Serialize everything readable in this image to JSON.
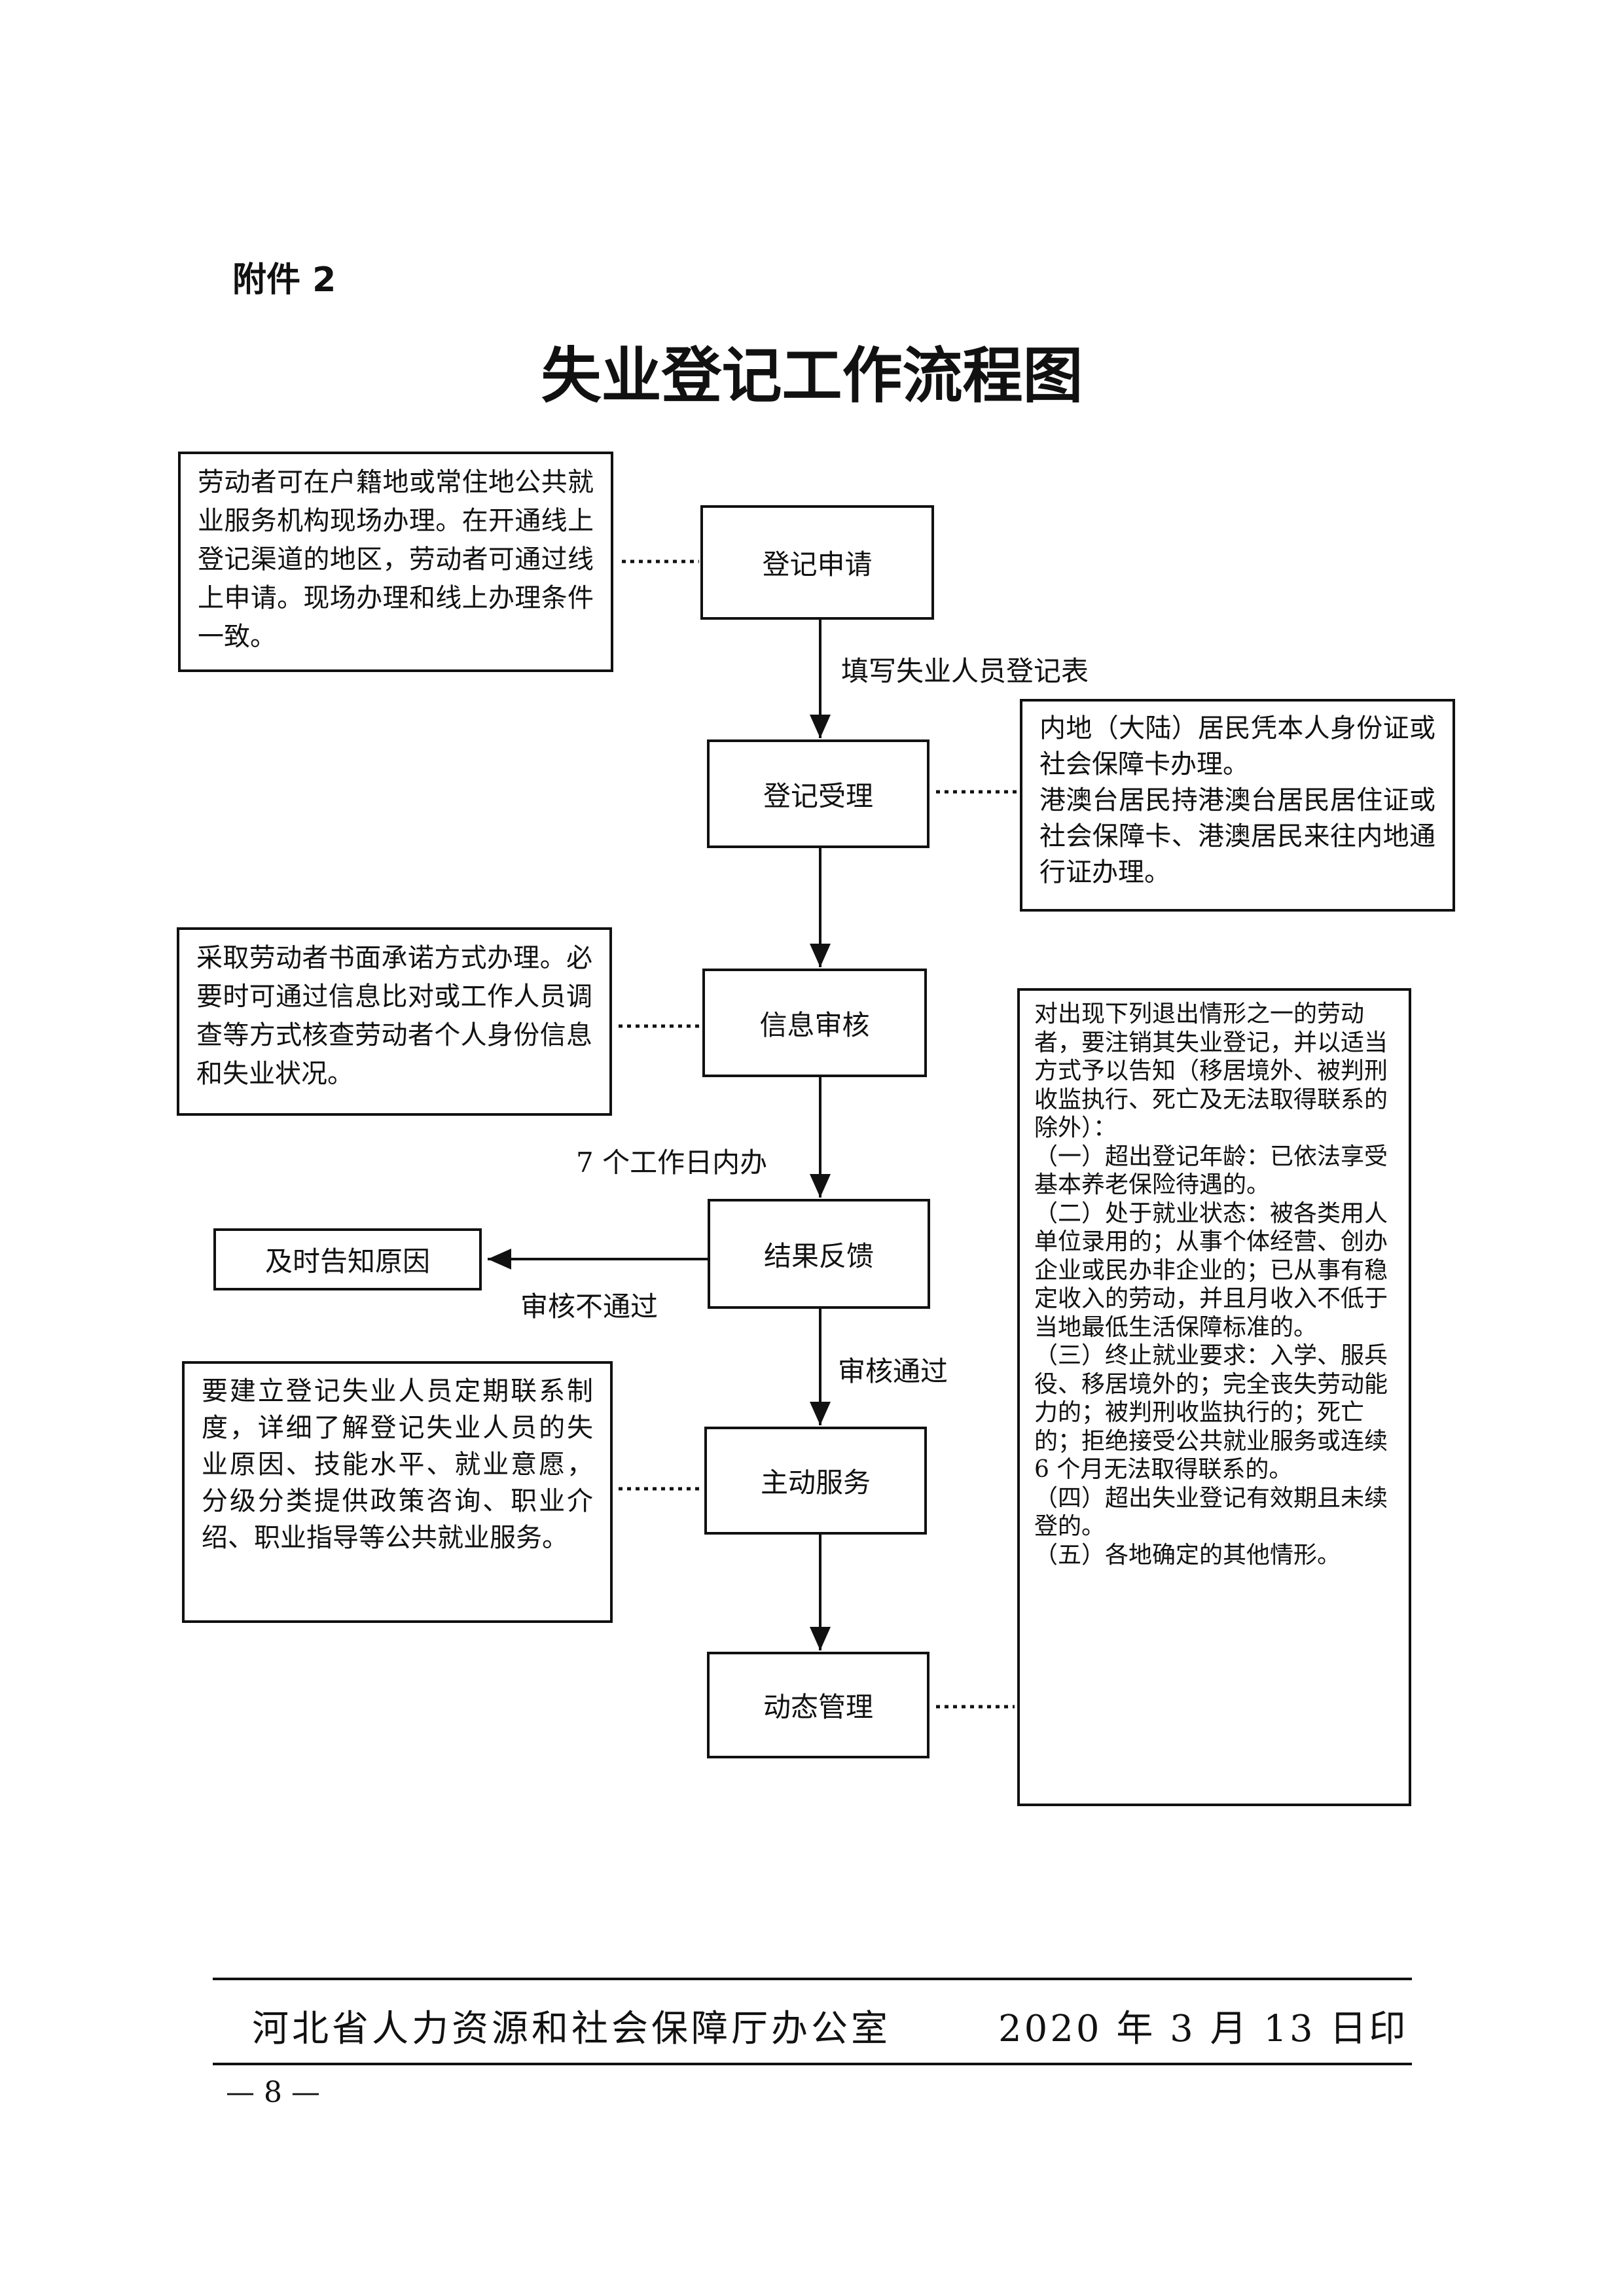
{
  "attachment_label": "附件 2",
  "title": "失业登记工作流程图",
  "steps": {
    "apply": "登记申请",
    "accept": "登记受理",
    "review": "信息审核",
    "feedback": "结果反馈",
    "service": "主动服务",
    "manage": "动态管理",
    "notify": "及时告知原因"
  },
  "edge_labels": {
    "fill_form": "填写失业人员登记表",
    "seven_days": "7 个工作日内办",
    "not_passed": "审核不通过",
    "passed": "审核通过"
  },
  "notes": {
    "apply_note": "劳动者可在户籍地或常住地公共就业服务机构现场办理。在开通线上登记渠道的地区，劳动者可通过线上申请。现场办理和线上办理条件一致。",
    "accept_note": [
      "内地（大陆）居民凭本人身份证或社会保障卡办理。",
      "港澳台居民持港澳台居民居住证或社会保障卡、港澳居民来往内地通行证办理。"
    ],
    "review_note": "采取劳动者书面承诺方式办理。必要时可通过信息比对或工作人员调查等方式核查劳动者个人身份信息和失业状况。",
    "service_note": "要建立登记失业人员定期联系制度，详细了解登记失业人员的失业原因、技能水平、就业意愿，分级分类提供政策咨询、职业介绍、职业指导等公共就业服务。",
    "exit_note": [
      "对出现下列退出情形之一的劳动者，要注销其失业登记，并以适当方式予以告知（移居境外、被判刑收监执行、死亡及无法取得联系的除外）：",
      "（一）超出登记年龄：已依法享受基本养老保险待遇的。",
      "（二）处于就业状态：被各类用人单位录用的；从事个体经营、创办企业或民办非企业的；已从事有稳定收入的劳动，并且月收入不低于当地最低生活保障标准的。",
      "（三）终止就业要求：入学、服兵役、移居境外的；完全丧失劳动能力的；被判刑收监执行的；死亡的；拒绝接受公共就业服务或连续 6 个月无法取得联系的。",
      "（四）超出失业登记有效期且未续登的。",
      "（五）各地确定的其他情形。"
    ]
  },
  "footer": {
    "issuer": "河北省人力资源和社会保障厅办公室",
    "date": "2020 年 3 月 13 日印",
    "page_number": "— 8 —"
  }
}
